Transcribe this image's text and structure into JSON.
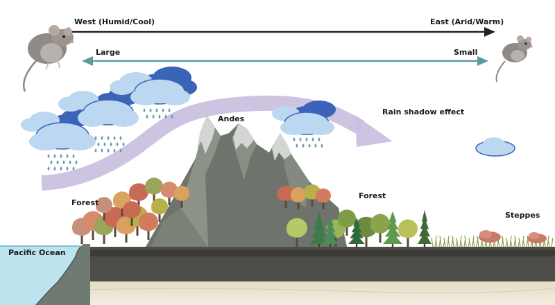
{
  "labels": {
    "west": "West (Humid/Cool)",
    "east": "East (Arid/Warm)",
    "large": "Large",
    "small": "Small",
    "andes": "Andes",
    "rain_shadow": "Rain shadow effect",
    "forest_west": "Forest",
    "forest_east": "Forest",
    "steppes": "Steppes",
    "pacific": "Pacific Ocean"
  },
  "colors": {
    "top_arrow": "#222222",
    "size_arrow": "#5f9a9a",
    "wind_arrow": "#c9bfe0",
    "cloud_light": "#bcd8f0",
    "cloud_mid": "#7fa6dc",
    "cloud_dark": "#3b64b8",
    "raindrop": "#6e9ab0",
    "ocean": "#bde3ef",
    "mountain": "#7c8278",
    "snow": "#cfd1d0",
    "soil": "#4e4c48",
    "bedrock": "#eee6d4"
  },
  "icons": [
    "mouse-large-icon",
    "mouse-small-icon",
    "cloud-icon",
    "raindrop-icon",
    "tree-icon",
    "conifer-icon",
    "shrub-icon",
    "grass-icon"
  ]
}
